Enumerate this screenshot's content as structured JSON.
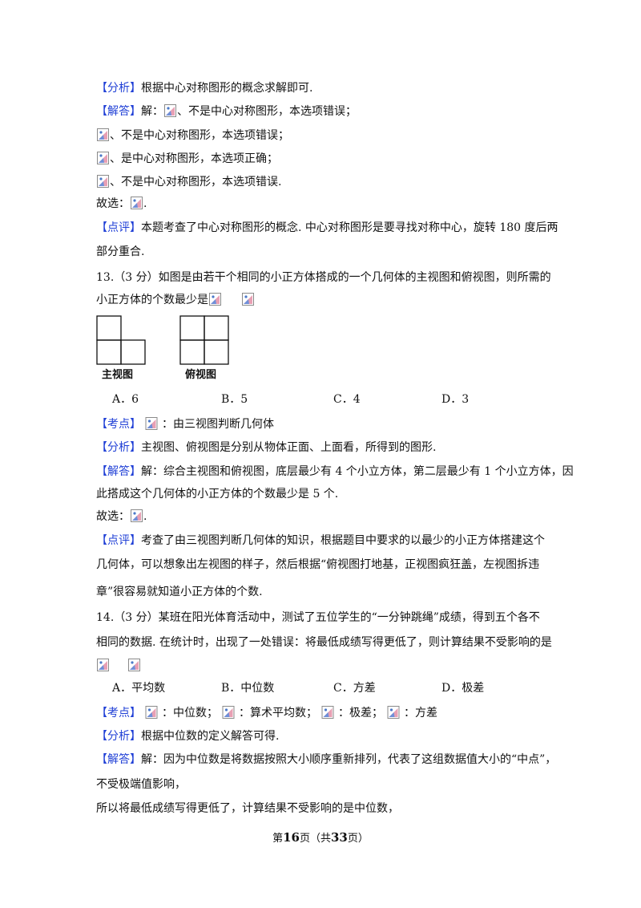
{
  "q12": {
    "fenxi_tag": "【分析】",
    "fenxi": "根据中心对称图形的概念求解即可.",
    "jieda_tag": "【解答】",
    "jieda": "解：",
    "l1": "、不是中心对称图形，本选项错误；",
    "l2": "、不是中心对称图形，本选项错误；",
    "l3": "、是中心对称图形，本选项正确；",
    "l4": "、不是中心对称图形，本选项错误.",
    "guxuan": "故选：",
    "guxuan_end": ".",
    "dianping_tag": "【点评】",
    "dianping1": "本题考查了中心对称图形的概念. 中心对称图形是要寻找对称中心，旋转 180 度后两",
    "dianping2": "部分重合."
  },
  "q13": {
    "stem1": "13.（3 分）如图是由若干个相同的小正方体搭成的一个几何体的主视图和俯视图，则所需的",
    "stem2": "小正方体的个数最少是",
    "front_label": "主视图",
    "top_label": "俯视图",
    "options": [
      "A．6",
      "B．5",
      "C．4",
      "D．3"
    ],
    "kaodian_tag": "【考点】",
    "kaodian": "：由三视图判断几何体",
    "fenxi_tag": "【分析】",
    "fenxi": "主视图、俯视图是分别从物体正面、上面看，所得到的图形.",
    "jieda_tag": "【解答】",
    "jieda1": "解：综合主视图和俯视图，底层最少有 4 个小立方体，第二层最少有 1 个小立方体，因",
    "jieda2": "此搭成这个几何体的小正方体的个数最少是 5 个.",
    "guxuan": "故选：",
    "guxuan_end": ".",
    "dianping_tag": "【点评】",
    "dianping1": "考查了由三视图判断几何体的知识，根据题目中要求的以最少的小正方体搭建这个",
    "dianping2": "几何体，可以想象出左视图的样子，然后根据“俯视图打地基，正视图疯狂盖，左视图拆违",
    "dianping3": "章”很容易就知道小正方体的个数."
  },
  "q14": {
    "stem1": "14.（3 分）某班在阳光体育活动中，测试了五位学生的“一分钟跳绳”成绩，得到五个各不",
    "stem2": "相同的数据. 在统计时，出现了一处错误：将最低成绩写得更低了，则计算结果不受影响的是",
    "options": [
      "A．平均数",
      "B．中位数",
      "C．方差",
      "D．极差"
    ],
    "kaodian_tag": "【考点】",
    "k1": "：中位数；",
    "k2": "：算术平均数；",
    "k3": "：极差；",
    "k4": "：方差",
    "fenxi_tag": "【分析】",
    "fenxi": "根据中位数的定义解答可得.",
    "jieda_tag": "【解答】",
    "jieda1": "解：因为中位数是将数据按照大小顺序重新排列，代表了这组数据值大小的“中点”，",
    "jieda2": "不受极端值影响，",
    "jieda3": "所以将最低成绩写得更低了，计算结果不受影响的是中位数，"
  },
  "footer": {
    "pre": "第",
    "page": "16",
    "mid": "页（共",
    "total": "33",
    "post": "页）"
  }
}
